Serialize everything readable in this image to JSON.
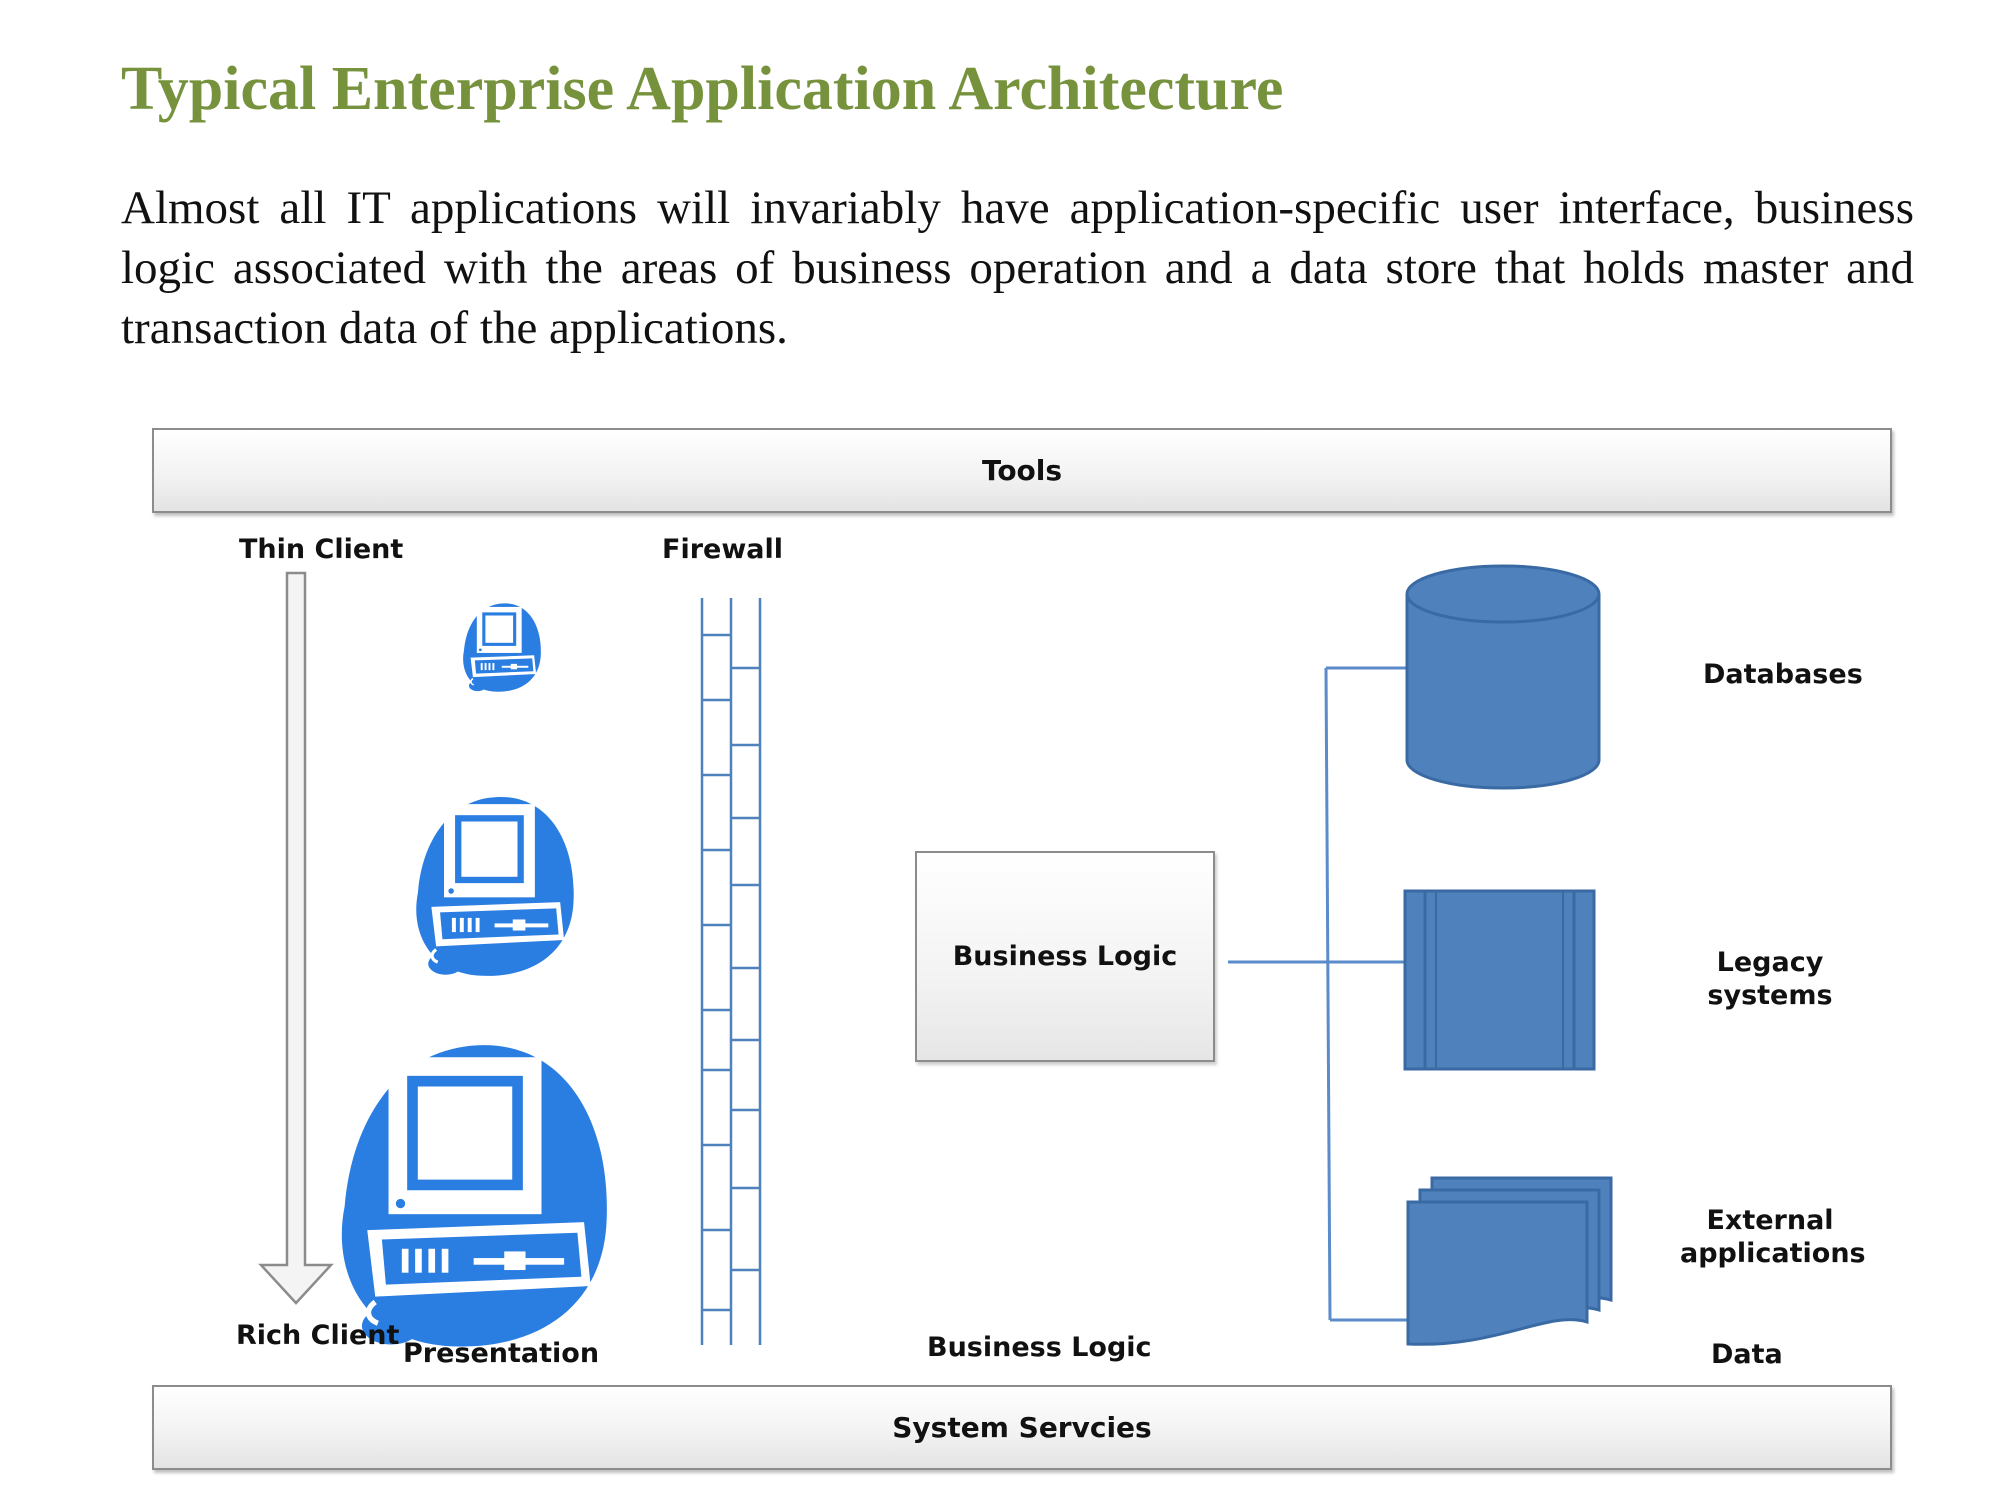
{
  "title": "Typical Enterprise Application Architecture",
  "paragraph": "Almost all IT applications will invariably have application-specific user interface, business logic associated with the areas of business operation and a data store that holds master and transaction data of the applications.",
  "diagram": {
    "top_bar": "Tools",
    "bottom_bar": "System Servcies",
    "thin_client": "Thin Client",
    "rich_client": "Rich Client",
    "firewall": "Firewall",
    "presentation": "Presentation",
    "business_logic_box": "Business Logic",
    "business_logic_label": "Business Logic",
    "databases": "Databases",
    "legacy_line1": "Legacy",
    "legacy_line2": "systems",
    "external_line1": "External",
    "external_line2": "applications",
    "data": "Data",
    "colors": {
      "title": "#76923c",
      "computer_icon": "#2a7de1",
      "data_shapes": "#4f81bd",
      "connector": "#5b8bc9"
    },
    "icons": [
      "computer-icon-small",
      "computer-icon-medium",
      "computer-icon-large",
      "database-icon",
      "legacy-system-icon",
      "external-applications-icon",
      "firewall-icon",
      "down-arrow-icon"
    ]
  }
}
